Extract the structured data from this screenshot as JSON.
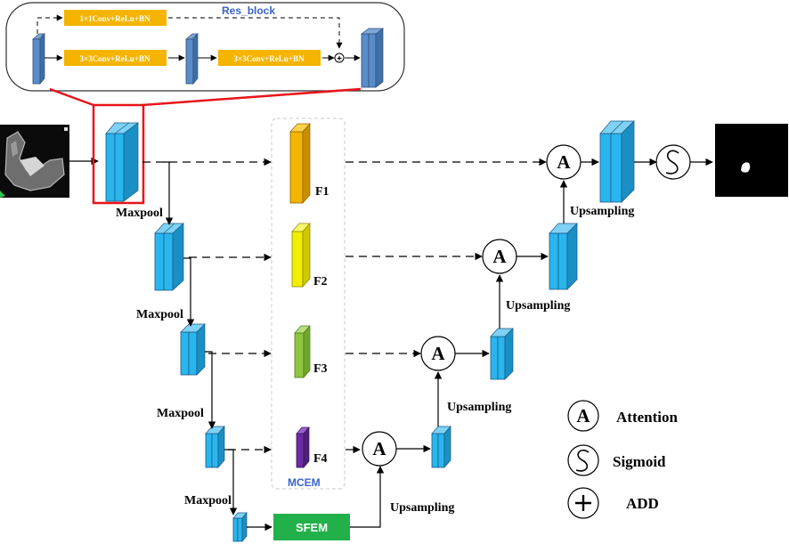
{
  "res_block": {
    "title": "Res_block",
    "top_op": "1×1Conv+ReLu+BN",
    "mid_op_1": "3×3Conv+ReLu+BN",
    "mid_op_2": "3×3Conv+ReLu+BN"
  },
  "encoder": {
    "maxpool_1": "Maxpool",
    "maxpool_2": "Maxpool",
    "maxpool_3": "Maxpool",
    "maxpool_4": "Maxpool"
  },
  "mcem": {
    "label": "MCEM",
    "features": [
      "F1",
      "F2",
      "F3",
      "F4"
    ],
    "feature_colors": [
      "#f5b400",
      "#f2ee00",
      "#8dc63f",
      "#6a2ca0"
    ]
  },
  "sfem": {
    "label": "SFEM",
    "color": "#22b04b"
  },
  "decoder": {
    "upsampling_1": "Upsampling",
    "upsampling_2": "Upsampling",
    "upsampling_3": "Upsampling",
    "upsampling_4": "Upsampling"
  },
  "attention_symbol": "A",
  "legend": {
    "attention_symbol": "A",
    "attention": "Attention",
    "sigmoid": "Sigmoid",
    "add": "ADD"
  },
  "colors": {
    "feature_block": "#29b6ee",
    "res_feature_block": "#5b8cc8",
    "op_box": "#f5b400",
    "highlight": "#e8141b",
    "mcem_text": "#3a64c8"
  }
}
